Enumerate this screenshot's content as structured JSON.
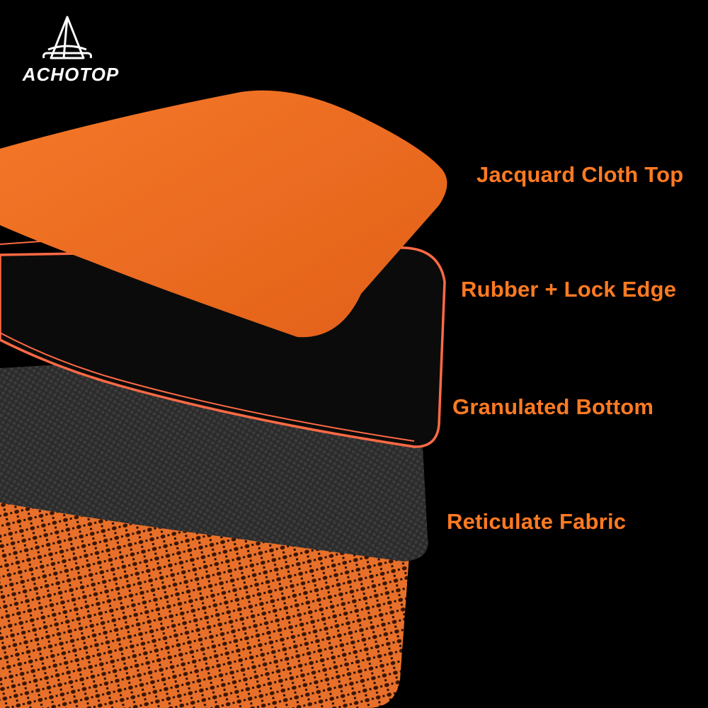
{
  "brand": {
    "name": "ACHOTOP"
  },
  "layers": [
    {
      "label": "Jacquard Cloth Top",
      "color": "#f07020"
    },
    {
      "label": "Rubber + Lock Edge",
      "color": "#0d0d0d"
    },
    {
      "label": "Granulated Bottom",
      "color": "#2a2a2a"
    },
    {
      "label": "Reticulate Fabric",
      "color": "#e06a24"
    }
  ],
  "colors": {
    "accent": "#ff7a22",
    "background": "#000000",
    "edge_stitch": "#ff6a45"
  }
}
